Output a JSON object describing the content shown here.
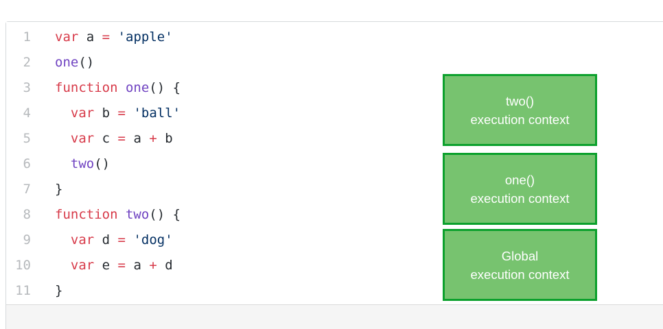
{
  "colors": {
    "keyword": "#d73a49",
    "function": "#6f42c1",
    "string": "#032f62",
    "operator": "#d73a49",
    "plain": "#24292e",
    "line_number": "#b6b9bc",
    "panel_border": "#d6d9db",
    "footer_bg": "#f5f5f5",
    "footer_border": "#dadada",
    "box_fill": "#77c36f",
    "box_border": "#0ba02c",
    "box_text": "#ffffff"
  },
  "editor": {
    "language": "javascript",
    "lines": [
      {
        "number": "1",
        "tokens": [
          {
            "t": "kw",
            "s": "var"
          },
          {
            "t": "pl",
            "s": " a "
          },
          {
            "t": "op",
            "s": "="
          },
          {
            "t": "pl",
            "s": " "
          },
          {
            "t": "str",
            "s": "'apple'"
          }
        ]
      },
      {
        "number": "2",
        "tokens": [
          {
            "t": "fn",
            "s": "one"
          },
          {
            "t": "pl",
            "s": "()"
          }
        ]
      },
      {
        "number": "3",
        "tokens": [
          {
            "t": "kw",
            "s": "function"
          },
          {
            "t": "pl",
            "s": " "
          },
          {
            "t": "fn",
            "s": "one"
          },
          {
            "t": "pl",
            "s": "() {"
          }
        ]
      },
      {
        "number": "4",
        "tokens": [
          {
            "t": "pl",
            "s": "  "
          },
          {
            "t": "kw",
            "s": "var"
          },
          {
            "t": "pl",
            "s": " b "
          },
          {
            "t": "op",
            "s": "="
          },
          {
            "t": "pl",
            "s": " "
          },
          {
            "t": "str",
            "s": "'ball'"
          }
        ]
      },
      {
        "number": "5",
        "tokens": [
          {
            "t": "pl",
            "s": "  "
          },
          {
            "t": "kw",
            "s": "var"
          },
          {
            "t": "pl",
            "s": " c "
          },
          {
            "t": "op",
            "s": "="
          },
          {
            "t": "pl",
            "s": " a "
          },
          {
            "t": "op",
            "s": "+"
          },
          {
            "t": "pl",
            "s": " b"
          }
        ]
      },
      {
        "number": "6",
        "tokens": [
          {
            "t": "pl",
            "s": "  "
          },
          {
            "t": "fn",
            "s": "two"
          },
          {
            "t": "pl",
            "s": "()"
          }
        ]
      },
      {
        "number": "7",
        "tokens": [
          {
            "t": "pl",
            "s": "}"
          }
        ]
      },
      {
        "number": "8",
        "tokens": [
          {
            "t": "kw",
            "s": "function"
          },
          {
            "t": "pl",
            "s": " "
          },
          {
            "t": "fn",
            "s": "two"
          },
          {
            "t": "pl",
            "s": "() {"
          }
        ]
      },
      {
        "number": "9",
        "tokens": [
          {
            "t": "pl",
            "s": "  "
          },
          {
            "t": "kw",
            "s": "var"
          },
          {
            "t": "pl",
            "s": " d "
          },
          {
            "t": "op",
            "s": "="
          },
          {
            "t": "pl",
            "s": " "
          },
          {
            "t": "str",
            "s": "'dog'"
          }
        ]
      },
      {
        "number": "10",
        "tokens": [
          {
            "t": "pl",
            "s": "  "
          },
          {
            "t": "kw",
            "s": "var"
          },
          {
            "t": "pl",
            "s": " e "
          },
          {
            "t": "op",
            "s": "="
          },
          {
            "t": "pl",
            "s": " a "
          },
          {
            "t": "op",
            "s": "+"
          },
          {
            "t": "pl",
            "s": " d"
          }
        ]
      },
      {
        "number": "11",
        "tokens": [
          {
            "t": "pl",
            "s": "}"
          }
        ]
      }
    ]
  },
  "diagram": {
    "boxes": [
      {
        "line1": "two()",
        "line2": "execution context"
      },
      {
        "line1": "one()",
        "line2": "execution context"
      },
      {
        "line1": "Global",
        "line2": "execution context"
      }
    ]
  }
}
